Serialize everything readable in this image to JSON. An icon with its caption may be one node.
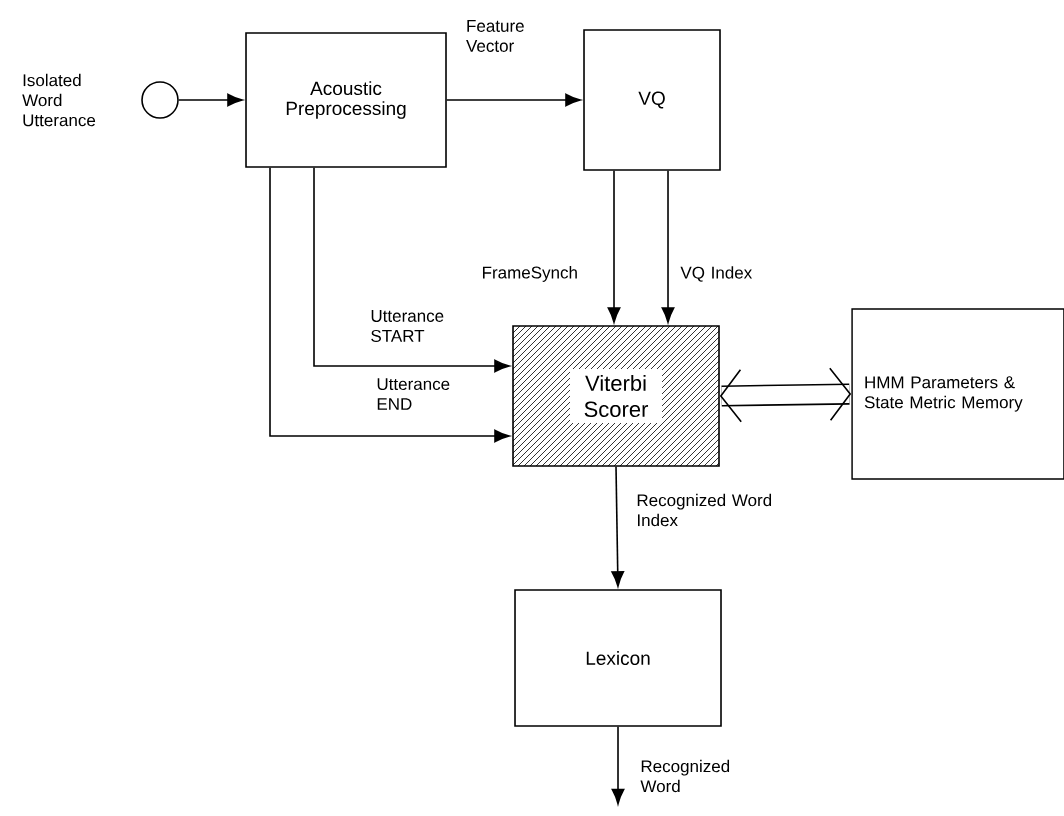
{
  "diagram": {
    "nodes": [
      {
        "text": [],
        "shape": "circle",
        "beside": [
          "Isolated Word Utterance"
        ]
      },
      {
        "text": [
          "Acoustic Preprocessing"
        ]
      },
      {
        "text": [
          "VQ"
        ]
      },
      {
        "text": [
          "Viterbi Scorer"
        ]
      },
      {
        "text": [
          "HMM Parameters & State Metric Memory"
        ]
      },
      {
        "text": [
          "Lexicon"
        ]
      }
    ],
    "edges": [
      {
        "from": 0,
        "to": 1,
        "arrow": "to"
      },
      {
        "from": 1,
        "to": 2,
        "arrow": "to",
        "label": "Feature Vector"
      },
      {
        "from": 2,
        "to": 3,
        "arrow": "to",
        "label": "FrameSynch"
      },
      {
        "from": 2,
        "to": 3,
        "arrow": "to",
        "label": "VQ Index"
      },
      {
        "from": 1,
        "to": 3,
        "arrow": "to",
        "label": "Utterance START"
      },
      {
        "from": 1,
        "to": 3,
        "arrow": "to",
        "label": "Utterance END"
      },
      {
        "from": 3,
        "to": 4,
        "arrow": "both",
        "style": "thick"
      },
      {
        "from": 3,
        "to": 5,
        "arrow": "to",
        "label": "Recognized Word Index"
      },
      {
        "from": 5,
        "to": null,
        "arrow": "to",
        "label": "Recognized Word"
      }
    ]
  }
}
